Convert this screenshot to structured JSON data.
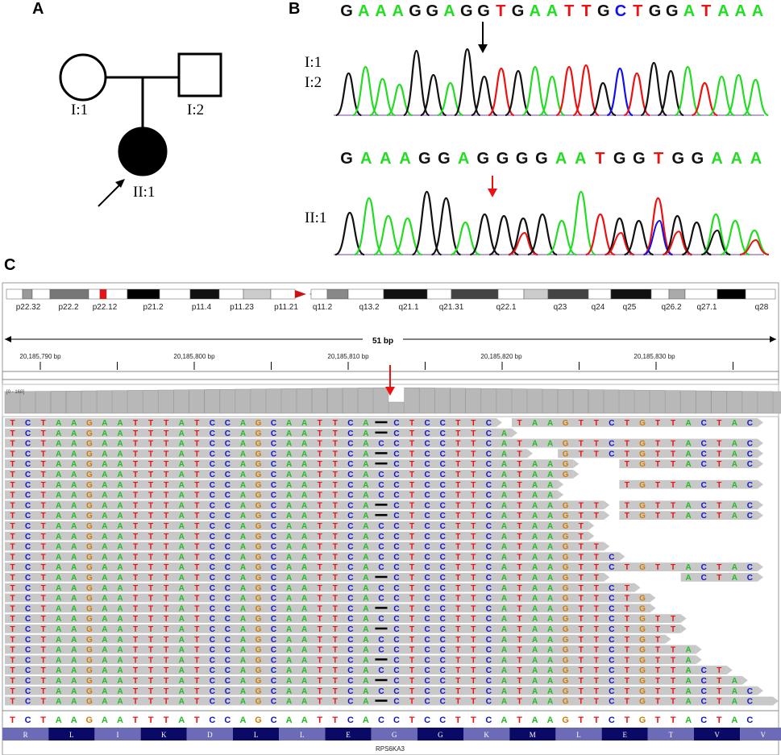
{
  "panels": {
    "a": "A",
    "b": "B",
    "c": "C"
  },
  "pedigree": {
    "father_label": "I:1",
    "mother_label": "I:2",
    "proband_label": "II:1"
  },
  "sequencing": {
    "parent_labels": [
      "I:1",
      "I:2"
    ],
    "proband_label": "II:1",
    "parent_sequence": "GAAAGGAGGTGAATTGCTGGATAAA",
    "proband_sequence": "GAAAGGAGGGGAATGGTGGAAA"
  },
  "igv": {
    "cytobands": [
      "p22.32",
      "p22.2",
      "p22.12",
      "p21.2",
      "p11.4",
      "p11.23",
      "p11.21",
      "q11.2",
      "q13.2",
      "q21.1",
      "q21.31",
      "q22.1",
      "q23",
      "q24",
      "q25",
      "q26.2",
      "q27.1",
      "q28"
    ],
    "span": "51 bp",
    "ruler_labels": [
      "20,185,790 bp",
      "20,185,800 bp",
      "20,185,810 bp",
      "20,185,820 bp",
      "20,185,830 bp"
    ],
    "coverage_range": "[0 - 168]",
    "reference": "TCTAAGAATTTATCCAGCAATTCACCTCCTTCATAAGTTCTGTTACTAC",
    "amino_acids": [
      "R",
      "L",
      "I",
      "K",
      "D",
      "L",
      "L",
      "E",
      "G",
      "G",
      "K",
      "M",
      "L",
      "E",
      "T",
      "V",
      "V"
    ],
    "gene": "RPS6KA3"
  },
  "colors": {
    "A": "#22bb22",
    "C": "#1111cc",
    "G": "#d17a00",
    "T": "#ee1111",
    "trace_A": "#22dd22",
    "trace_C": "#1111ee",
    "trace_G": "#111111",
    "trace_T": "#ee1111",
    "arrow_red": "#ee1111"
  }
}
